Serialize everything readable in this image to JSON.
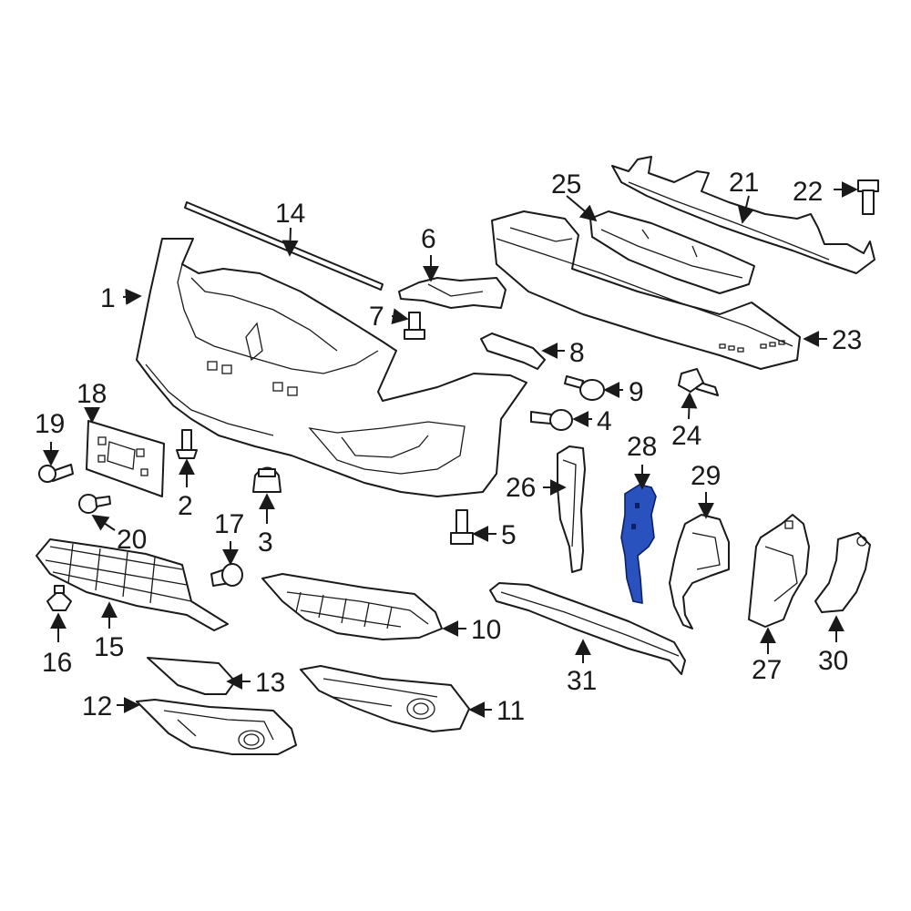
{
  "highlight_color": "#2a52be",
  "parts": [
    {
      "num": "1"
    },
    {
      "num": "2"
    },
    {
      "num": "3"
    },
    {
      "num": "4"
    },
    {
      "num": "5"
    },
    {
      "num": "6"
    },
    {
      "num": "7"
    },
    {
      "num": "8"
    },
    {
      "num": "9"
    },
    {
      "num": "10"
    },
    {
      "num": "11"
    },
    {
      "num": "12"
    },
    {
      "num": "13"
    },
    {
      "num": "14"
    },
    {
      "num": "15"
    },
    {
      "num": "16"
    },
    {
      "num": "17"
    },
    {
      "num": "18"
    },
    {
      "num": "19"
    },
    {
      "num": "20"
    },
    {
      "num": "21"
    },
    {
      "num": "22"
    },
    {
      "num": "23"
    },
    {
      "num": "24"
    },
    {
      "num": "25"
    },
    {
      "num": "26"
    },
    {
      "num": "27"
    },
    {
      "num": "28",
      "highlighted": true
    },
    {
      "num": "29"
    },
    {
      "num": "30"
    },
    {
      "num": "31"
    }
  ]
}
